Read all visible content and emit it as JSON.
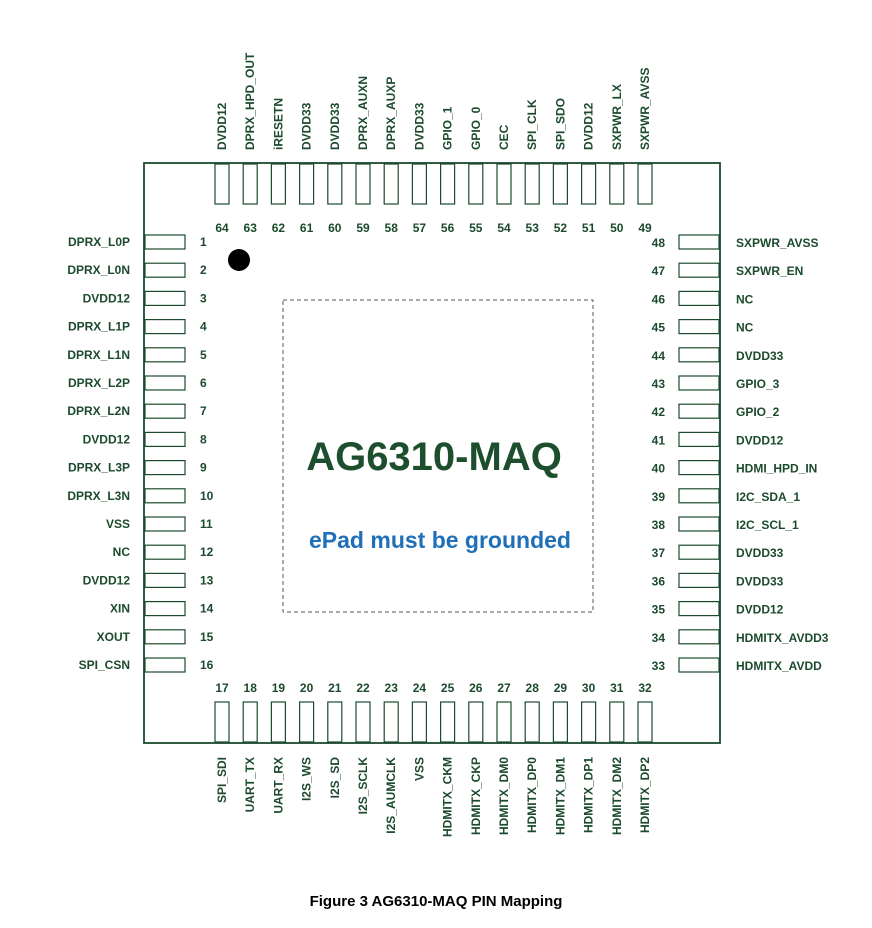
{
  "chip": {
    "name": "AG6310-MAQ",
    "epad_note": "ePad must be grounded"
  },
  "caption": "Figure 3 AG6310-MAQ PIN Mapping",
  "colors": {
    "outline": "#1b4a2c",
    "title": "#1d4f2f",
    "note": "#1f70b8",
    "pin1_dot": "#000000"
  },
  "pins": {
    "left": [
      {
        "num": "1",
        "name": "DPRX_L0P"
      },
      {
        "num": "2",
        "name": "DPRX_L0N"
      },
      {
        "num": "3",
        "name": "DVDD12"
      },
      {
        "num": "4",
        "name": "DPRX_L1P"
      },
      {
        "num": "5",
        "name": "DPRX_L1N"
      },
      {
        "num": "6",
        "name": "DPRX_L2P"
      },
      {
        "num": "7",
        "name": "DPRX_L2N"
      },
      {
        "num": "8",
        "name": "DVDD12"
      },
      {
        "num": "9",
        "name": "DPRX_L3P"
      },
      {
        "num": "10",
        "name": "DPRX_L3N"
      },
      {
        "num": "11",
        "name": "VSS"
      },
      {
        "num": "12",
        "name": "NC"
      },
      {
        "num": "13",
        "name": "DVDD12"
      },
      {
        "num": "14",
        "name": "XIN"
      },
      {
        "num": "15",
        "name": "XOUT"
      },
      {
        "num": "16",
        "name": "SPI_CSN"
      }
    ],
    "bottom": [
      {
        "num": "17",
        "name": "SPI_SDI"
      },
      {
        "num": "18",
        "name": "UART_TX"
      },
      {
        "num": "19",
        "name": "UART_RX"
      },
      {
        "num": "20",
        "name": "I2S_WS"
      },
      {
        "num": "21",
        "name": "I2S_SD"
      },
      {
        "num": "22",
        "name": "I2S_SCLK"
      },
      {
        "num": "23",
        "name": "I2S_AUMCLK"
      },
      {
        "num": "24",
        "name": "VSS"
      },
      {
        "num": "25",
        "name": "HDMITX_CKM"
      },
      {
        "num": "26",
        "name": "HDMITX_CKP"
      },
      {
        "num": "27",
        "name": "HDMITX_DM0"
      },
      {
        "num": "28",
        "name": "HDMITX_DP0"
      },
      {
        "num": "29",
        "name": "HDMITX_DM1"
      },
      {
        "num": "30",
        "name": "HDMITX_DP1"
      },
      {
        "num": "31",
        "name": "HDMITX_DM2"
      },
      {
        "num": "32",
        "name": "HDMITX_DP2"
      }
    ],
    "right": [
      {
        "num": "48",
        "name": "SXPWR_AVSS"
      },
      {
        "num": "47",
        "name": "SXPWR_EN"
      },
      {
        "num": "46",
        "name": "NC"
      },
      {
        "num": "45",
        "name": "NC"
      },
      {
        "num": "44",
        "name": "DVDD33"
      },
      {
        "num": "43",
        "name": "GPIO_3"
      },
      {
        "num": "42",
        "name": "GPIO_2"
      },
      {
        "num": "41",
        "name": "DVDD12"
      },
      {
        "num": "40",
        "name": "HDMI_HPD_IN"
      },
      {
        "num": "39",
        "name": "I2C_SDA_1"
      },
      {
        "num": "38",
        "name": "I2C_SCL_1"
      },
      {
        "num": "37",
        "name": "DVDD33"
      },
      {
        "num": "36",
        "name": "DVDD33"
      },
      {
        "num": "35",
        "name": "DVDD12"
      },
      {
        "num": "34",
        "name": "HDMITX_AVDD3"
      },
      {
        "num": "33",
        "name": "HDMITX_AVDD"
      }
    ],
    "top": [
      {
        "num": "64",
        "name": "DVDD12"
      },
      {
        "num": "63",
        "name": "DPRX_HPD_OUT"
      },
      {
        "num": "62",
        "name": "iRESETN"
      },
      {
        "num": "61",
        "name": "DVDD33"
      },
      {
        "num": "60",
        "name": "DVDD33"
      },
      {
        "num": "59",
        "name": "DPRX_AUXN"
      },
      {
        "num": "58",
        "name": "DPRX_AUXP"
      },
      {
        "num": "57",
        "name": "DVDD33"
      },
      {
        "num": "56",
        "name": "GPIO_1"
      },
      {
        "num": "55",
        "name": "GPIO_0"
      },
      {
        "num": "54",
        "name": "CEC"
      },
      {
        "num": "53",
        "name": "SPI_CLK"
      },
      {
        "num": "52",
        "name": "SPI_SDO"
      },
      {
        "num": "51",
        "name": "DVDD12"
      },
      {
        "num": "50",
        "name": "SXPWR_LX"
      },
      {
        "num": "49",
        "name": "SXPWR_AVSS"
      }
    ]
  }
}
